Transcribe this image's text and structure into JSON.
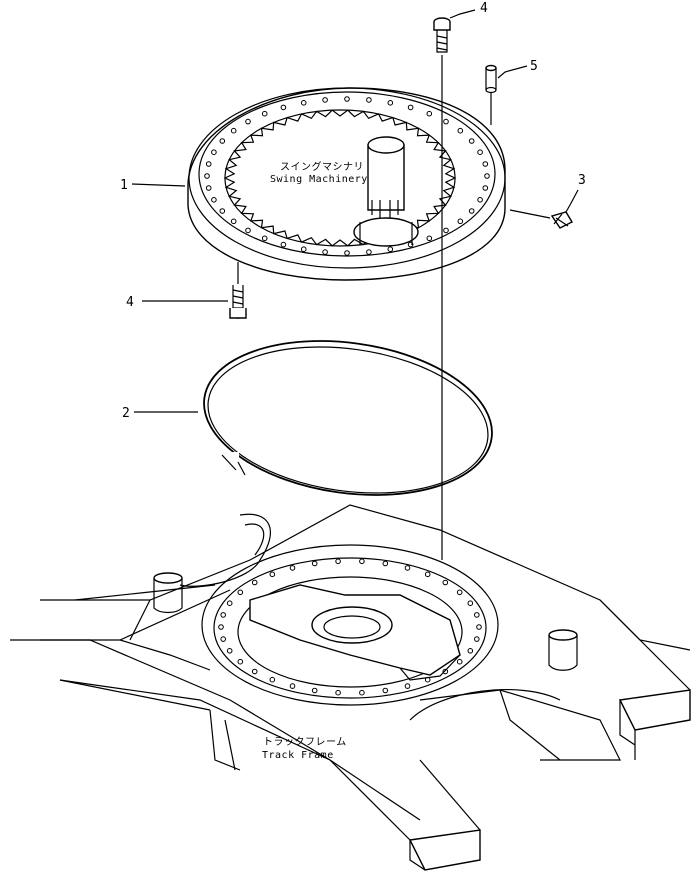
{
  "callouts": {
    "c1": "1",
    "c2": "2",
    "c3": "3",
    "c4_top": "4",
    "c4_bottom": "4",
    "c5": "5"
  },
  "annotations": {
    "swing_jp": "スイングマシナリ",
    "swing_en": "Swing Machinery",
    "track_jp": "トラックフレーム",
    "track_en": "Track Frame"
  },
  "colors": {
    "line": "#000000",
    "background": "#ffffff"
  }
}
